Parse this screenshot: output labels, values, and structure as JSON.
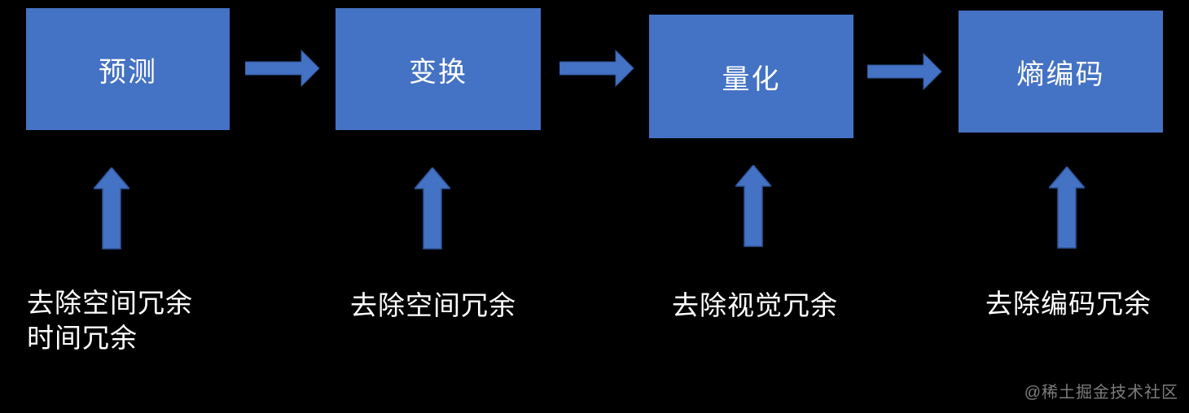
{
  "diagram": {
    "title_semantics": "video-coding-pipeline",
    "stages": [
      {
        "box_label": "预测",
        "caption_lines": [
          "去除空间冗余",
          "时间冗余"
        ]
      },
      {
        "box_label": "变换",
        "caption_lines": [
          "去除空间冗余"
        ]
      },
      {
        "box_label": "量化",
        "caption_lines": [
          "去除视觉冗余"
        ]
      },
      {
        "box_label": "熵编码",
        "caption_lines": [
          "去除编码冗余"
        ]
      }
    ],
    "colors": {
      "background": "#000000",
      "shape_fill": "#4472C4",
      "shape_border": "#2F5597",
      "text": "#FFFFFF",
      "watermark_text": "#7D7D7D"
    },
    "watermark": "@稀土掘金技术社区"
  }
}
